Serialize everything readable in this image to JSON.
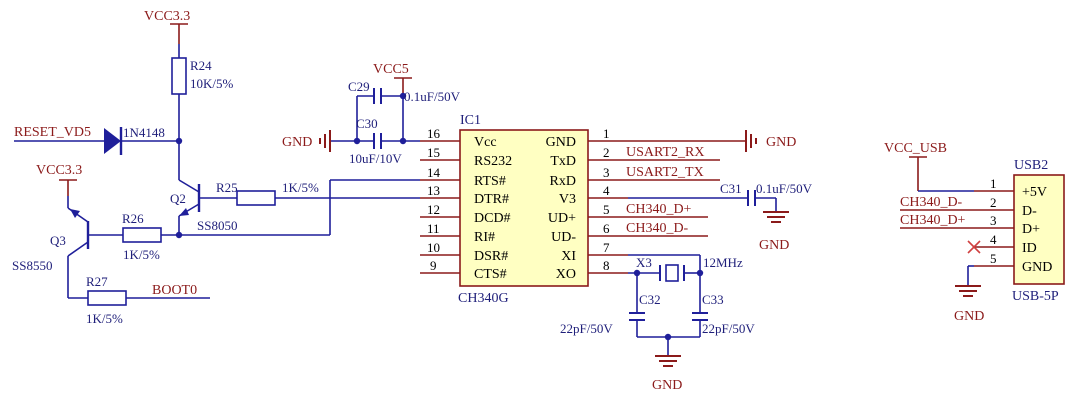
{
  "power": {
    "vcc33_top": "VCC3.3",
    "vcc33_left": "VCC3.3",
    "vcc5": "VCC5",
    "vcc_usb": "VCC_USB",
    "gnd": "GND"
  },
  "nets": {
    "reset": "RESET_VD5",
    "boot": "BOOT0",
    "usart_rx": "USART2_RX",
    "usart_tx": "USART2_TX",
    "dp": "CH340_D+",
    "dm": "CH340_D-",
    "usb_dm": "CH340_D-",
    "usb_dp": "CH340_D+"
  },
  "parts": {
    "r24": {
      "ref": "R24",
      "value": "10K/5%"
    },
    "r25": {
      "ref": "R25",
      "value": "1K/5%"
    },
    "r26": {
      "ref": "R26",
      "value": "1K/5%"
    },
    "r27": {
      "ref": "R27",
      "value": "1K/5%"
    },
    "diode": {
      "value": "1N4148"
    },
    "q2": {
      "ref": "Q2",
      "value": "SS8050"
    },
    "q3": {
      "ref": "Q3",
      "value": "SS8550"
    },
    "c29": {
      "ref": "C29",
      "value": "0.1uF/50V"
    },
    "c30": {
      "ref": "C30",
      "value": "10uF/10V"
    },
    "c31": {
      "ref": "C31",
      "value": "0.1uF/50V"
    },
    "c32": {
      "ref": "C32",
      "value": "22pF/50V"
    },
    "c33": {
      "ref": "C33",
      "value": "22pF/50V"
    },
    "x3": {
      "ref": "X3",
      "value": "12MHz"
    }
  },
  "ic1": {
    "ref": "IC1",
    "name": "CH340G",
    "left_pins": [
      {
        "num": "16",
        "name": "Vcc"
      },
      {
        "num": "15",
        "name": "RS232"
      },
      {
        "num": "14",
        "name": "RTS#"
      },
      {
        "num": "13",
        "name": "DTR#"
      },
      {
        "num": "12",
        "name": "DCD#"
      },
      {
        "num": "11",
        "name": "RI#"
      },
      {
        "num": "10",
        "name": "DSR#"
      },
      {
        "num": "9",
        "name": "CTS#"
      }
    ],
    "right_pins": [
      {
        "num": "1",
        "name": "GND"
      },
      {
        "num": "2",
        "name": "TxD"
      },
      {
        "num": "3",
        "name": "RxD"
      },
      {
        "num": "4",
        "name": "V3"
      },
      {
        "num": "5",
        "name": "UD+"
      },
      {
        "num": "6",
        "name": "UD-"
      },
      {
        "num": "7",
        "name": "XI"
      },
      {
        "num": "8",
        "name": "XO"
      }
    ]
  },
  "usb2": {
    "ref": "USB2",
    "name": "USB-5P",
    "pins": [
      {
        "num": "1",
        "name": "+5V"
      },
      {
        "num": "2",
        "name": "D-"
      },
      {
        "num": "3",
        "name": "D+"
      },
      {
        "num": "4",
        "name": "ID"
      },
      {
        "num": "5",
        "name": "GND"
      }
    ]
  }
}
